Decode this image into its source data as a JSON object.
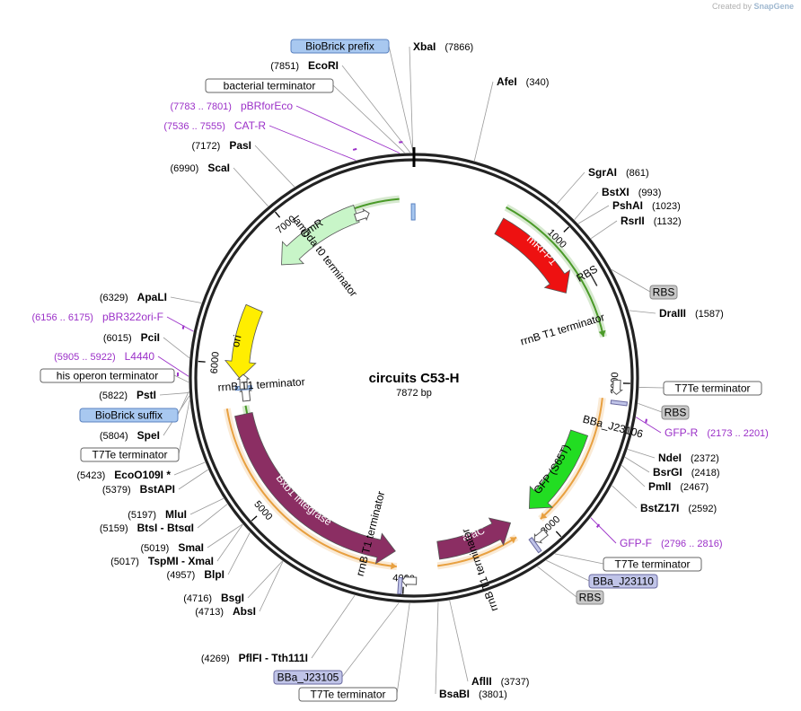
{
  "credit": {
    "prefix": "Created by",
    "brand": "SnapGene"
  },
  "map": {
    "name": "circuits C53-H",
    "length_label": "7872 bp",
    "length_bp": 7872
  },
  "ticks": [
    "1000",
    "2000",
    "3000",
    "4000",
    "5000",
    "6000",
    "7000"
  ],
  "features": [
    {
      "label": "mRFP1",
      "start": 640,
      "end": 1330,
      "dir": 1,
      "color": "#ee1111",
      "text_color": "#ffffff"
    },
    {
      "label": "GFP (S65T)",
      "start": 2370,
      "end": 3030,
      "dir": 1,
      "color": "#22dd22",
      "text_color": "#000000"
    },
    {
      "label": "araC",
      "start": 3200,
      "end": 3760,
      "dir": -1,
      "color": "#8b2e63",
      "text_color": "#ffffff"
    },
    {
      "label": "Bxb1 integrase",
      "start": 4070,
      "end": 5640,
      "dir": -1,
      "color": "#8b2e63",
      "text_color": "#ffffff"
    },
    {
      "label": "ori",
      "start": 5900,
      "end": 6420,
      "dir": -1,
      "color": "#ffee00",
      "text_color": "#000000"
    },
    {
      "label": "CmR",
      "start": 6790,
      "end": 7450,
      "dir": -1,
      "color": "#c8f5c8",
      "text_color": "#000000"
    }
  ],
  "inner_labels": [
    {
      "text": "RBS"
    },
    {
      "text": "rrnB T1 terminator"
    },
    {
      "text": "BBa_J23106"
    },
    {
      "text": "rrnB T1 terminator"
    },
    {
      "text": "rrnB T1 terminator"
    },
    {
      "text": "rrnB T1 terminator"
    },
    {
      "text": "lambda t0 terminator"
    }
  ],
  "sites": [
    {
      "name": "XbaI",
      "pos": "(7866)"
    },
    {
      "name": "AfeI",
      "pos": "(340)"
    },
    {
      "name": "SgrAI",
      "pos": "(861)"
    },
    {
      "name": "BstXI",
      "pos": "(993)"
    },
    {
      "name": "PshAI",
      "pos": "(1023)"
    },
    {
      "name": "RsrII",
      "pos": "(1132)"
    },
    {
      "name": "DraIII",
      "pos": "(1587)"
    },
    {
      "name": "NdeI",
      "pos": "(2372)"
    },
    {
      "name": "BsrGI",
      "pos": "(2418)"
    },
    {
      "name": "PmlI",
      "pos": "(2467)"
    },
    {
      "name": "BstZ17I",
      "pos": "(2592)"
    },
    {
      "name": "AflII",
      "pos": "(3737)"
    },
    {
      "name": "BsaBI",
      "pos": "(3801)"
    },
    {
      "name": "EcoRI",
      "pos": "(7851)"
    },
    {
      "name": "PasI",
      "pos": "(7172)"
    },
    {
      "name": "ScaI",
      "pos": "(6990)"
    },
    {
      "name": "ApaLI",
      "pos": "(6329)"
    },
    {
      "name": "PciI",
      "pos": "(6015)"
    },
    {
      "name": "PstI",
      "pos": "(5822)"
    },
    {
      "name": "SpeI",
      "pos": "(5804)"
    },
    {
      "name": "EcoO109I *",
      "pos": "(5423)"
    },
    {
      "name": "BstAPI",
      "pos": "(5379)"
    },
    {
      "name": "MluI",
      "pos": "(5197)"
    },
    {
      "name": "BtsI  -  BtsαI",
      "pos": "(5159)"
    },
    {
      "name": "SmaI",
      "pos": "(5019)"
    },
    {
      "name": "TspMI  -  XmaI",
      "pos": "(5017)"
    },
    {
      "name": "BlpI",
      "pos": "(4957)"
    },
    {
      "name": "BsgI",
      "pos": "(4716)"
    },
    {
      "name": "AbsI",
      "pos": "(4713)"
    },
    {
      "name": "PflFI  -  Tth111I",
      "pos": "(4269)"
    }
  ],
  "primers": [
    {
      "name": "pBRforEco",
      "range": "(7783 .. 7801)"
    },
    {
      "name": "CAT-R",
      "range": "(7536 .. 7555)"
    },
    {
      "name": "pBR322ori-F",
      "range": "(6156 .. 6175)"
    },
    {
      "name": "L4440",
      "range": "(5905 .. 5922)"
    },
    {
      "name": "GFP-R",
      "range": "(2173 .. 2201)"
    },
    {
      "name": "GFP-F",
      "range": "(2796 .. 2816)"
    }
  ],
  "boxed_labels": [
    {
      "text": "BioBrick prefix",
      "kind": "biobrick"
    },
    {
      "text": "bacterial terminator",
      "kind": "terminator"
    },
    {
      "text": "his operon terminator",
      "kind": "terminator"
    },
    {
      "text": "BioBrick suffix",
      "kind": "biobrick"
    },
    {
      "text": "T7Te terminator",
      "kind": "terminator"
    },
    {
      "text": "RBS",
      "kind": "rbs"
    },
    {
      "text": "T7Te terminator",
      "kind": "terminator"
    },
    {
      "text": "RBS",
      "kind": "rbs"
    },
    {
      "text": "T7Te terminator",
      "kind": "terminator"
    },
    {
      "text": "BBa_J23110",
      "kind": "promoter"
    },
    {
      "text": "RBS",
      "kind": "rbs"
    },
    {
      "text": "BBa_J23105",
      "kind": "promoter"
    },
    {
      "text": "T7Te terminator",
      "kind": "terminator"
    }
  ],
  "colors": {
    "backbone": "#222222",
    "biobrick_fill": "#a8c8f0",
    "biobrick_stroke": "#5a82c0",
    "terminator_fill": "#ffffff",
    "terminator_stroke": "#666666",
    "rbs_fill": "#c8c8c8",
    "rbs_stroke": "#888888",
    "promoter_fill": "#c0c4e8",
    "promoter_stroke": "#6a6aa0",
    "primer": "#9b30c8",
    "tx_orange": "#e8a040",
    "tx_green": "#4a9a28"
  }
}
